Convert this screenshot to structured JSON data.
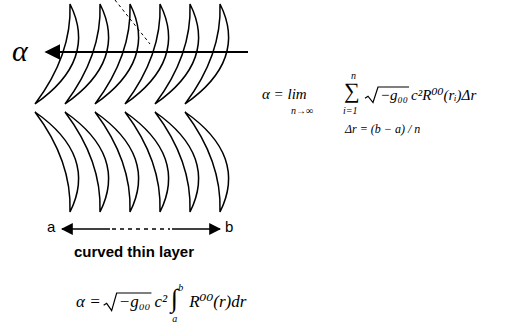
{
  "diagram": {
    "labels": [
      "α",
      "α = lim",
      "n→∞",
      "n",
      "∑",
      "i=1",
      "−g₀₀",
      "c²R⁰⁰(rᵢ)Δr",
      "Δr = (b − a) / n",
      "a",
      "b",
      "curved thin layer",
      "α =",
      "−g₀₀",
      "c²",
      "∫",
      "b",
      "a",
      "R⁰⁰(r)dr"
    ]
  }
}
